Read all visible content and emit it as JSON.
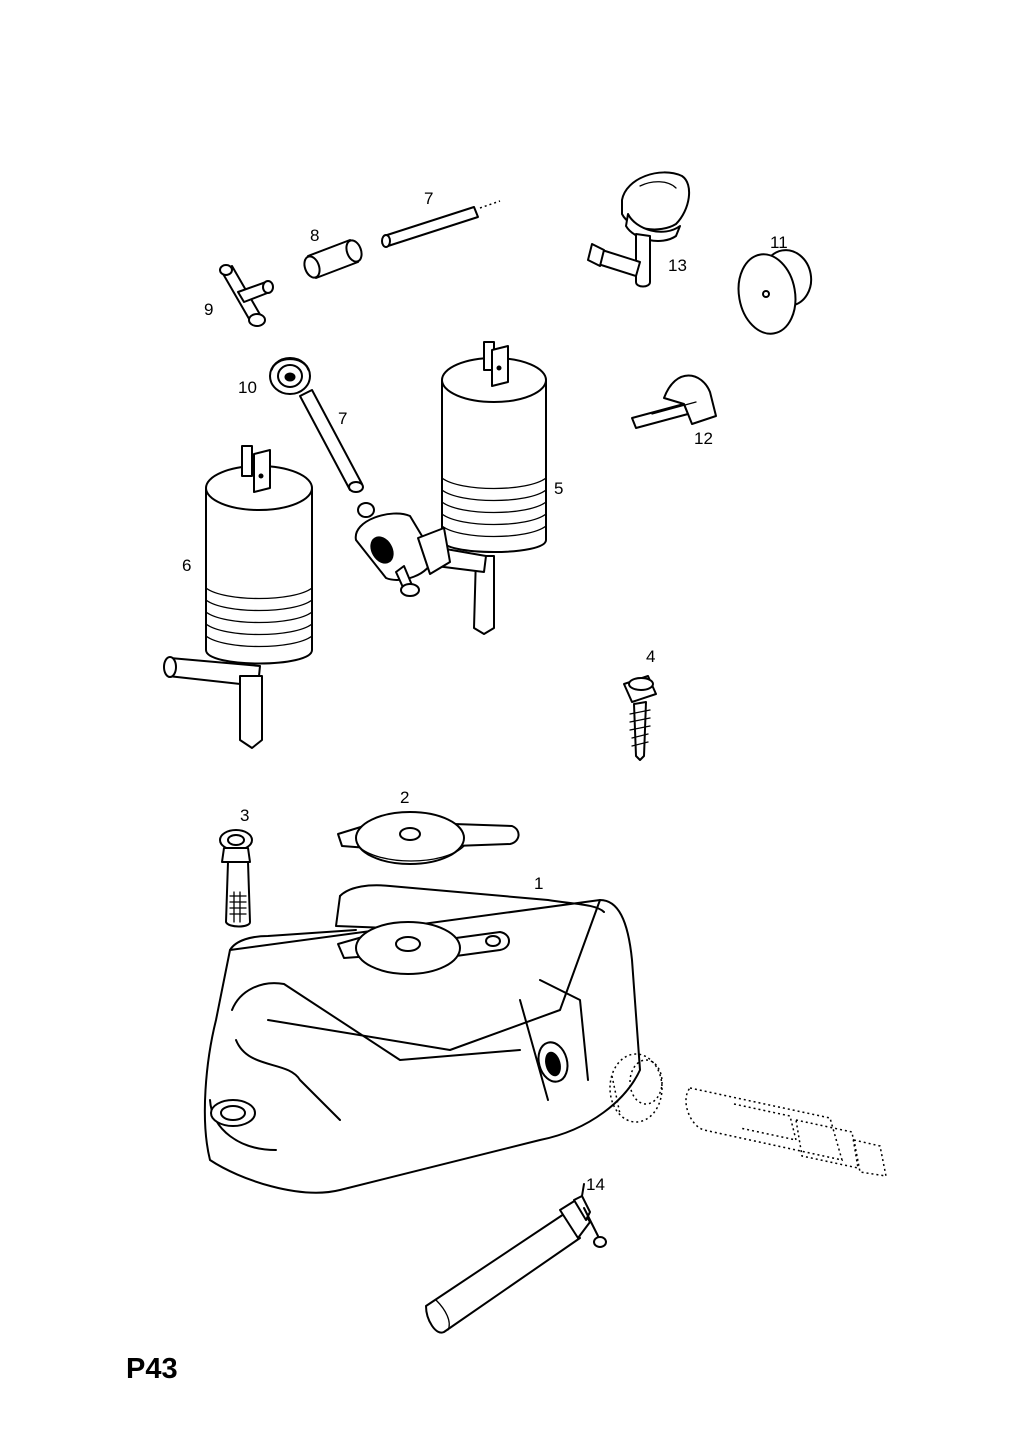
{
  "diagram": {
    "page_code": "P43",
    "part_labels": {
      "p1": "1",
      "p2": "2",
      "p3": "3",
      "p4": "4",
      "p5": "5",
      "p6": "6",
      "p7a": "7",
      "p7b": "7",
      "p8": "8",
      "p9": "9",
      "p10": "10",
      "p11": "11",
      "p12": "12",
      "p13": "13",
      "p14": "14"
    }
  }
}
